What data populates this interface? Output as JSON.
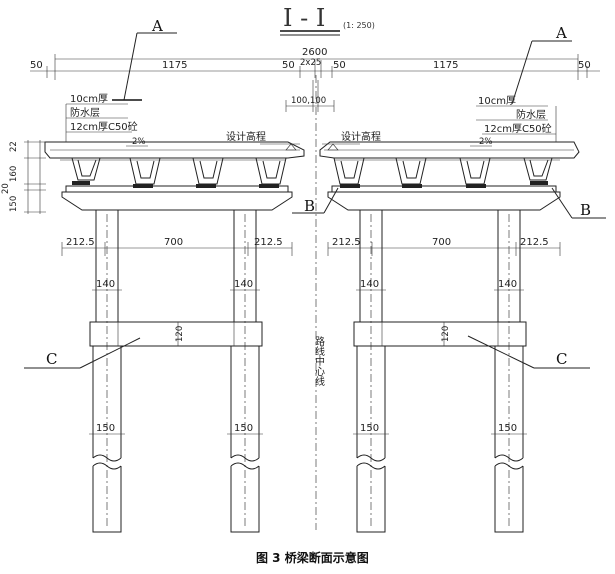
{
  "title": {
    "main": "I - I",
    "scale": "(1: 250)"
  },
  "labels": {
    "a": "A",
    "b": "B",
    "c": "C"
  },
  "dimensions": {
    "total_width": "2600",
    "left_margin": "50",
    "right_margin": "50",
    "left_span": "1175",
    "right_span": "1175",
    "mid_left": "50",
    "mid_right": "50",
    "center_gap": "2x25",
    "center_offset": "100,100",
    "pier_overhang_left": "212.5",
    "pier_overhang_right": "212.5",
    "pier_spacing": "700",
    "column_width": "140",
    "pile_width": "150",
    "tie_beam_height": "120",
    "h_deck": "22",
    "h_girder": "160",
    "h_bearing": "20",
    "h_capbeam": "150"
  },
  "annotations": {
    "layer_top": "10cm厚",
    "waterproof": "防水层",
    "concrete": "12cm厚C50砼",
    "slope": "2%",
    "design_elevation": "设计高程",
    "centerline": "路线中心线"
  },
  "caption": "图 3  桥梁断面示意图"
}
